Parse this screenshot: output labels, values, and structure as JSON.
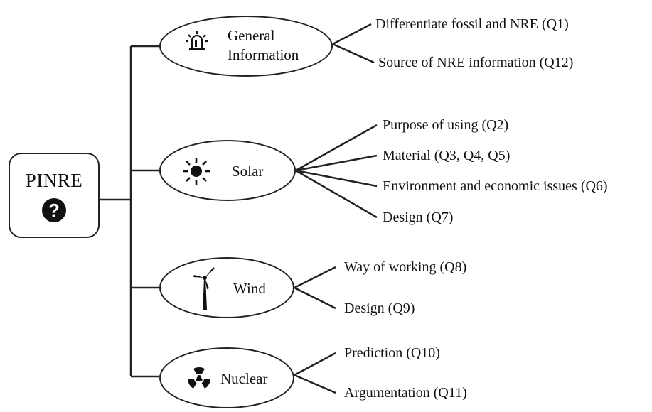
{
  "root": {
    "title": "PINRE",
    "icon": "question-circle-icon"
  },
  "categories": [
    {
      "label": "General\nInformation",
      "icon": "alarm-light-icon",
      "items": [
        "Differentiate fossil and NRE (Q1)",
        "Source of NRE information (Q12)"
      ]
    },
    {
      "label": "Solar",
      "icon": "sun-icon",
      "items": [
        "Purpose of using (Q2)",
        "Material (Q3, Q4, Q5)",
        "Environment and economic issues (Q6)",
        "Design (Q7)"
      ]
    },
    {
      "label": "Wind",
      "icon": "wind-turbine-icon",
      "items": [
        "Way of working (Q8)",
        "Design (Q9)"
      ]
    },
    {
      "label": "Nuclear",
      "icon": "radiation-icon",
      "items": [
        "Prediction (Q10)",
        "Argumentation (Q11)"
      ]
    }
  ],
  "colors": {
    "stroke": "#222222",
    "background": "#ffffff"
  }
}
